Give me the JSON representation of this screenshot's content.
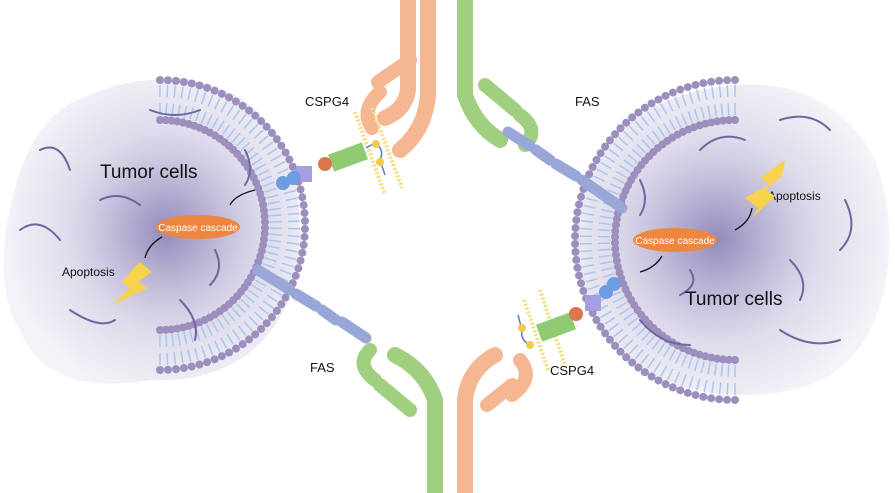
{
  "labels": {
    "cspg4_top": "CSPG4",
    "fas_top": "FAS",
    "tumor_left": "Tumor cells",
    "caspase_left": "Caspase cascade",
    "apoptosis_left": "Apoptosis",
    "fas_bottom": "FAS",
    "cspg4_bottom": "CSPG4",
    "tumor_right": "Tumor cells",
    "caspase_right": "Caspase cascade",
    "apoptosis_right": "Apoptosis"
  },
  "colors": {
    "membrane_head": "#9d8fbd",
    "membrane_tail": "#a9c6ee",
    "cytoplasm": "#8a7fb8",
    "antibody_pink": "#f5b792",
    "antibody_green": "#9fcf7f",
    "caspase": "#ee8640",
    "lightning": "#f7d24a",
    "receptor_fas": "#98a6d8",
    "cspg4_core": "#8ecb72",
    "cspg4_chain": "#f2dd7a"
  }
}
